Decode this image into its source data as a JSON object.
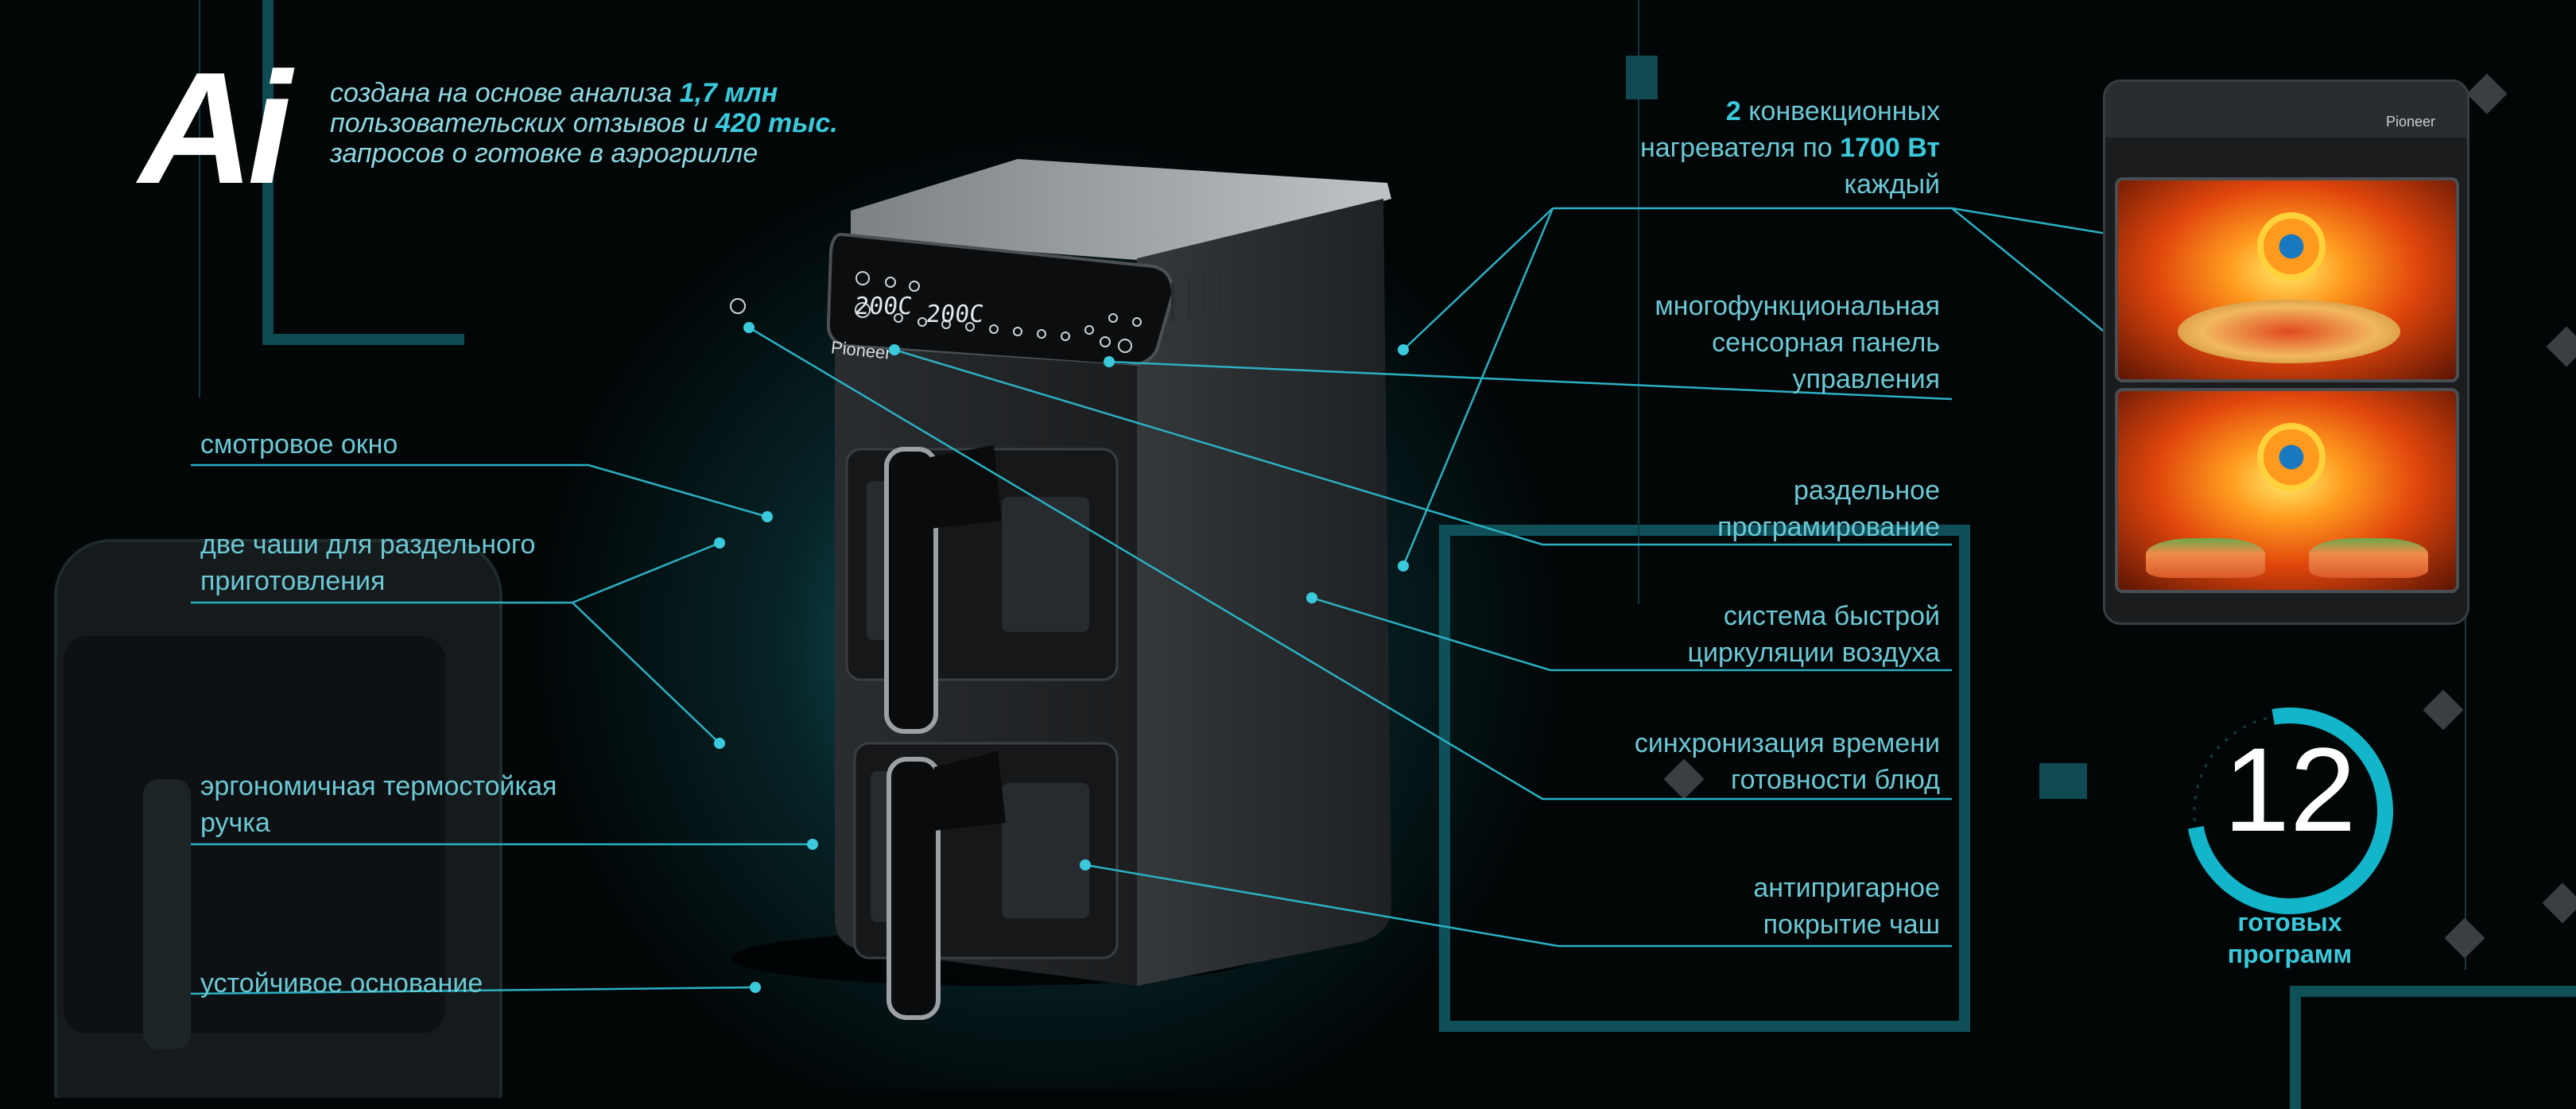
{
  "header": {
    "logo": "Ai",
    "text_pre": "создана на основе анализа ",
    "text_b1": "1,7 млн",
    "text_mid": " пользовательских отзывов и ",
    "text_b2": "420 тыс.",
    "text_post": " запросов о готовке в аэрогрилле"
  },
  "left_labels": [
    "смотровое окно",
    "две чаши для раздельного приготовления",
    "эргономичная термостойкая ручка",
    "устойчивое основание"
  ],
  "right_labels": {
    "heaters_b1": "2",
    "heaters_t1": " конвекционных нагревателя по ",
    "heaters_b2": "1700 Вт",
    "heaters_t2": " каждый",
    "panel": "многофункциональная сенсорная панель управления",
    "separate": "раздельное програмирование",
    "air": "система быстрой циркуляции воздуха",
    "sync": "синхронизация времени готовности блюд",
    "coating": "антипригарное покрытие чаш"
  },
  "device": {
    "brand": "Pioneer",
    "display_left": "200C",
    "display_right": "200C"
  },
  "preview": {
    "brand": "Pioneer"
  },
  "programs": {
    "number": "12",
    "caption": "готовых программ"
  },
  "colors": {
    "accent": "#3bc9dc",
    "label": "#6cc8d4",
    "background": "#020607"
  }
}
